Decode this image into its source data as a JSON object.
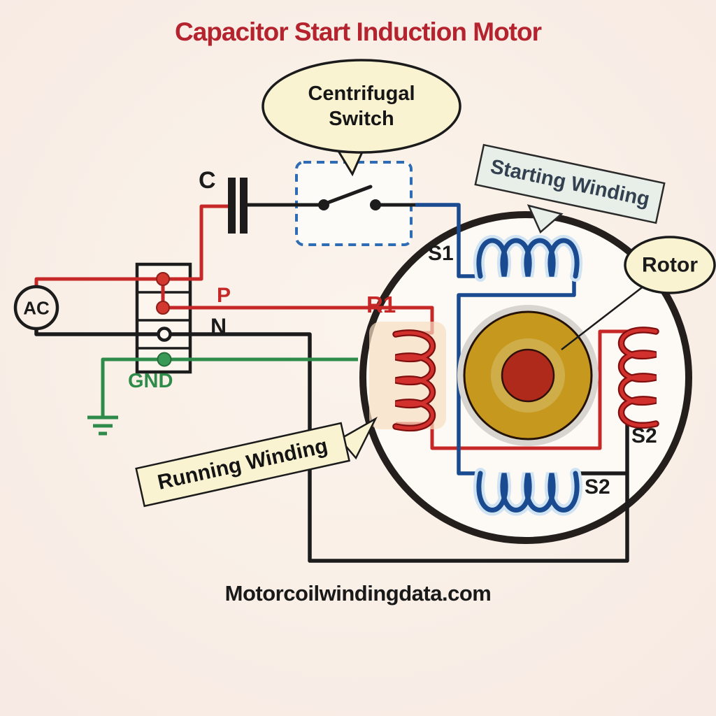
{
  "title": "Capacitor Start Induction Motor",
  "watermark": "Motorcoilwindingdata.com",
  "callouts": {
    "centrifugal_switch_line1": "Centrifugal",
    "centrifugal_switch_line2": "Switch",
    "starting_winding": "Starting Winding",
    "running_winding": "Running Winding",
    "rotor": "Rotor"
  },
  "labels": {
    "capacitor": "C",
    "phase": "P",
    "neutral": "N",
    "ground": "GND",
    "ac_source": "AC",
    "coil_s1_top": "S1",
    "coil_r1_left": "R1",
    "coil_s2_right": "S2",
    "coil_s2_bottom": "S2"
  },
  "colors": {
    "background": "#f9efe7",
    "title_red": "#b4232e",
    "wire_red": "#c62828",
    "wire_blue": "#1a4a8f",
    "wire_green": "#2e8b4a",
    "wire_black": "#1c1c1c",
    "rotor_gold": "#c6991e",
    "rotor_core_red": "#b02a1c",
    "callout_fill": "#faf3d2",
    "starting_label_fill": "#e8efe8",
    "switch_box_border": "#2e6db5"
  }
}
